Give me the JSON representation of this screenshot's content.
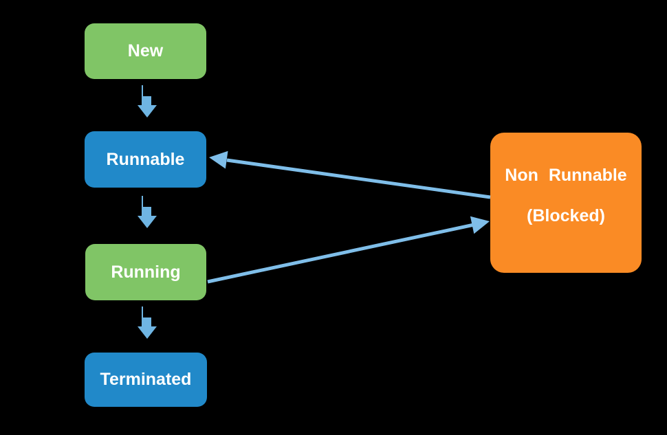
{
  "diagram": {
    "description": "Thread state transition diagram",
    "background_color": "#000000",
    "text_color": "#FFFFFF",
    "block_arrow_color": "#6FB5E3",
    "line_arrow_color": "#7FBEE9",
    "nodes": [
      {
        "id": "new",
        "label": "New",
        "color": "#80C566"
      },
      {
        "id": "runnable",
        "label": "Runnable",
        "color": "#2189C9"
      },
      {
        "id": "running",
        "label": "Running",
        "color": "#80C566"
      },
      {
        "id": "terminated",
        "label": "Terminated",
        "color": "#2189C9"
      },
      {
        "id": "non_runnable",
        "label": "Non Runnable",
        "sublabel": "(Blocked)",
        "color": "#FA8B25"
      }
    ],
    "edges": [
      {
        "from": "New",
        "to": "Runnable"
      },
      {
        "from": "Runnable",
        "to": "Running"
      },
      {
        "from": "Running",
        "to": "Terminated"
      },
      {
        "from": "Running",
        "to": "Non Runnable (Blocked)"
      },
      {
        "from": "Non Runnable (Blocked)",
        "to": "Runnable"
      }
    ]
  }
}
